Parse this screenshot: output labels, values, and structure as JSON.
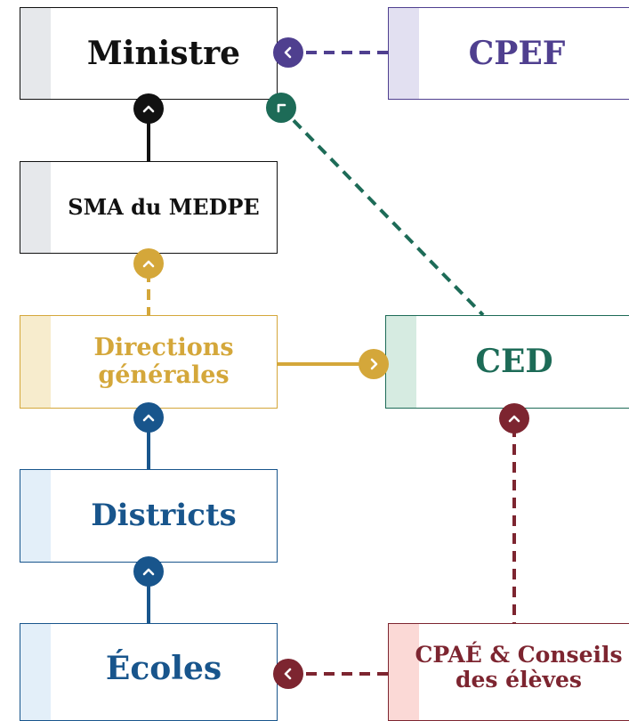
{
  "nodes": {
    "ministre": {
      "label": "Ministre",
      "color": "#111111",
      "strip": "#e6e8eb"
    },
    "sma": {
      "label": "SMA du MEDPE",
      "color": "#111111",
      "strip": "#e6e8eb"
    },
    "directions": {
      "label": "Directions générales",
      "color": "#d4a73a",
      "strip": "#f7eccd"
    },
    "districts": {
      "label": "Districts",
      "color": "#18558c",
      "strip": "#e3eff9"
    },
    "ecoles": {
      "label": "Écoles",
      "color": "#18558c",
      "strip": "#e3eff9"
    },
    "cpef": {
      "label": "CPEF",
      "color": "#4f3f8f",
      "strip": "#e2e0f1"
    },
    "ced": {
      "label": "CED",
      "color": "#1d6b57",
      "strip": "#d6ebe1"
    },
    "cpae": {
      "label": "CPAÉ & Conseils des élèves",
      "color": "#7d2530",
      "strip": "#fbd9d6"
    }
  },
  "connectors": [
    {
      "id": "sma-ministre",
      "style": "solid",
      "color": "#111111",
      "icon": "chevron-up-icon"
    },
    {
      "id": "directions-sma",
      "style": "dashed",
      "color": "#d4a73a",
      "icon": "chevron-up-icon"
    },
    {
      "id": "districts-directions",
      "style": "solid",
      "color": "#18558c",
      "icon": "chevron-up-icon"
    },
    {
      "id": "ecoles-districts",
      "style": "solid",
      "color": "#18558c",
      "icon": "chevron-up-icon"
    },
    {
      "id": "cpef-ministre",
      "style": "dashed",
      "color": "#4f3f8f",
      "icon": "chevron-left-icon"
    },
    {
      "id": "ced-ministre",
      "style": "dashed",
      "color": "#1d6b57",
      "icon": "corner-arrow-icon"
    },
    {
      "id": "directions-ced",
      "style": "solid",
      "color": "#d4a73a",
      "icon": "chevron-right-icon"
    },
    {
      "id": "cpae-ced",
      "style": "dashed",
      "color": "#7d2530",
      "icon": "chevron-up-icon"
    },
    {
      "id": "cpae-ecoles",
      "style": "dashed",
      "color": "#7d2530",
      "icon": "chevron-left-icon"
    }
  ]
}
